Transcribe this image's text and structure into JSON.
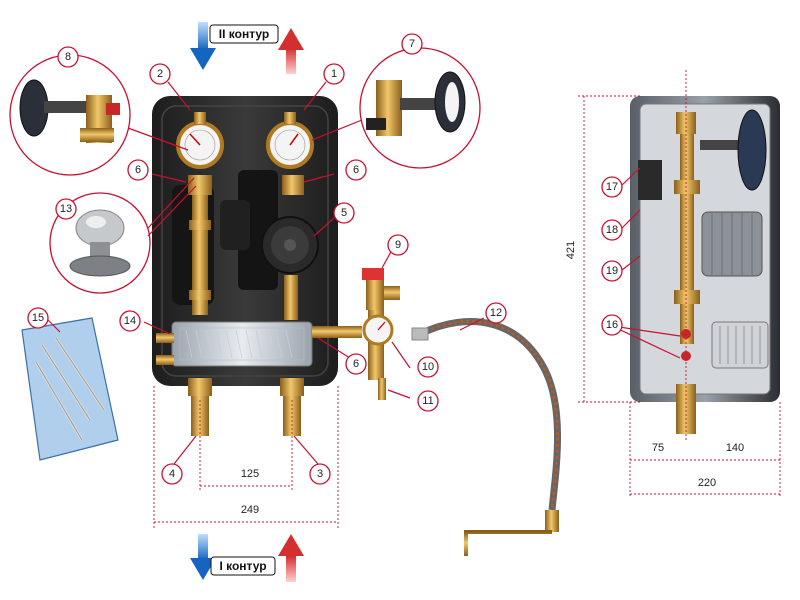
{
  "contours": {
    "top": "II контур",
    "bottom": "I контур"
  },
  "callouts": [
    "1",
    "2",
    "3",
    "4",
    "5",
    "6",
    "6",
    "6",
    "7",
    "8",
    "9",
    "10",
    "11",
    "12",
    "13",
    "14",
    "15",
    "16",
    "17",
    "18",
    "19"
  ],
  "dimensions": {
    "spacing": "125",
    "width": "249",
    "height": "421",
    "side_front": "75",
    "side_back": "140",
    "side_total": "220"
  },
  "colors": {
    "accent": "#c8102e",
    "flow_down": "#1e88e5",
    "flow_up": "#e53935",
    "brass": "#c99a3a",
    "insulation": "#2b2b2b"
  }
}
